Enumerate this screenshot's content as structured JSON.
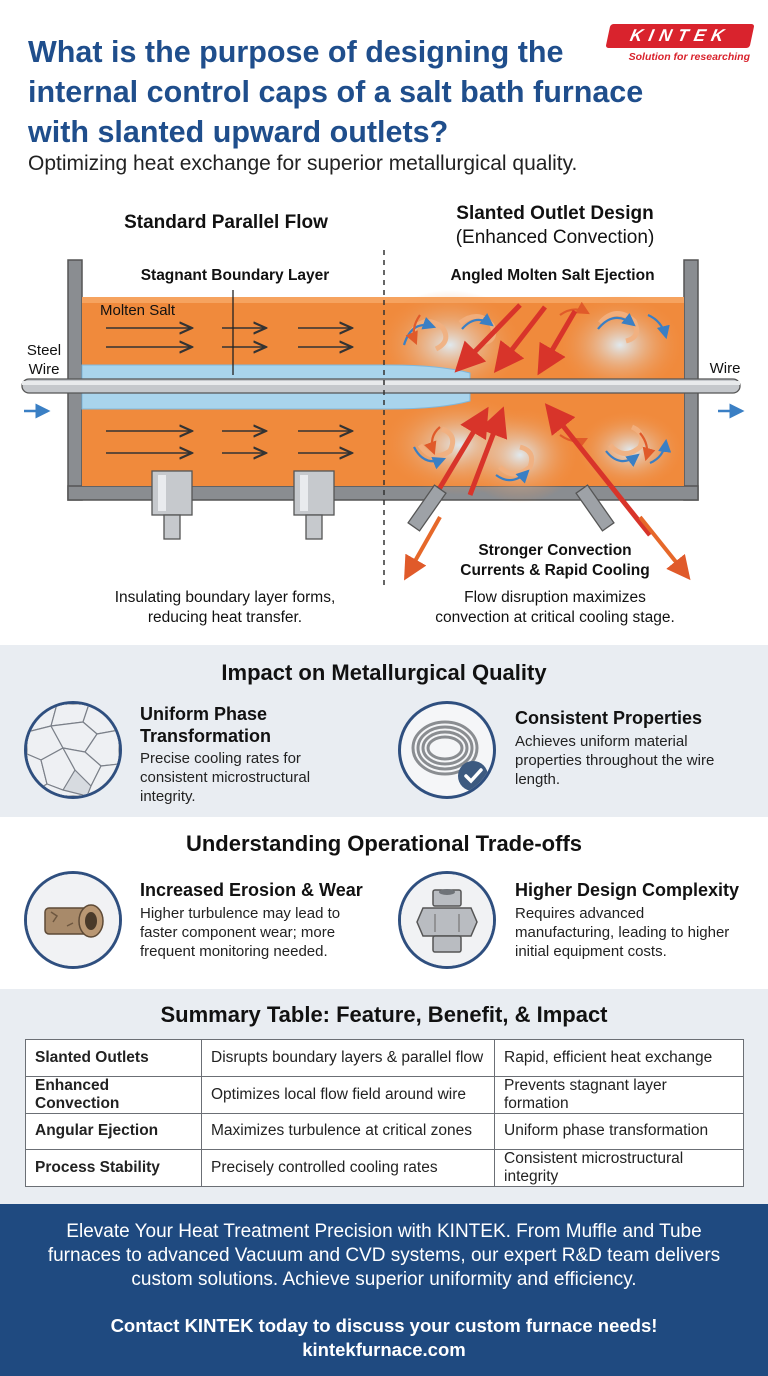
{
  "header": {
    "title": "What is the purpose of designing the internal control caps of a salt bath furnace with slanted upward outlets?",
    "subtitle": "Optimizing heat exchange for superior metallurgical quality.",
    "logo": {
      "name": "KINTEK",
      "tagline": "Solution for researching"
    }
  },
  "diagram": {
    "left_title": "Standard Parallel Flow",
    "right_title": "Slanted Outlet Design",
    "right_subtitle": "(Enhanced Convection)",
    "stagnant_label": "Stagnant Boundary Layer",
    "ejection_label": "Angled Molten Salt Ejection",
    "molten_salt_label": "Molten Salt",
    "steel_wire_label_1": "Steel",
    "steel_wire_label_2": "Wire",
    "wire_label": "Wire",
    "convection_label_1": "Stronger Convection",
    "convection_label_2": "Currents & Rapid Cooling",
    "left_caption_1": "Insulating boundary layer forms,",
    "left_caption_2": "reducing heat transfer.",
    "right_caption_1": "Flow disruption maximizes",
    "right_caption_2": "convection at critical cooling stage.",
    "colors": {
      "salt": "#f08a3c",
      "boundary": "#a9d4ec",
      "arrow_red": "#d8342a",
      "wall": "#8a8d91"
    }
  },
  "impact": {
    "title": "Impact on Metallurgical Quality",
    "items": [
      {
        "icon": "grain-structure-icon",
        "title_1": "Uniform Phase",
        "title_2": "Transformation",
        "text_1": "Precise cooling rates for",
        "text_2": "consistent microstructural",
        "text_3": "integrity."
      },
      {
        "icon": "wire-coil-check-icon",
        "title_1": "Consistent Properties",
        "text_1": "Achieves uniform material",
        "text_2": "properties throughout the wire",
        "text_3": "length."
      }
    ]
  },
  "tradeoffs": {
    "title": "Understanding Operational Trade-offs",
    "items": [
      {
        "icon": "worn-nozzle-icon",
        "title_1": "Increased Erosion & Wear",
        "text_1": "Higher turbulence may lead to",
        "text_2": "faster component wear; more",
        "text_3": "frequent monitoring needed."
      },
      {
        "icon": "hex-fitting-icon",
        "title_1": "Higher Design Complexity",
        "text_1": "Requires advanced",
        "text_2": "manufacturing, leading to higher",
        "text_3": "initial equipment costs."
      }
    ]
  },
  "summary": {
    "title": "Summary Table: Feature, Benefit, & Impact",
    "rows": [
      [
        "Slanted Outlets",
        "Disrupts boundary layers & parallel flow",
        "Rapid, efficient heat exchange"
      ],
      [
        "Enhanced Convection",
        "Optimizes local flow field around wire",
        "Prevents stagnant layer formation"
      ],
      [
        "Angular Ejection",
        "Maximizes turbulence at critical zones",
        "Uniform phase transformation"
      ],
      [
        "Process Stability",
        "Precisely controlled cooling rates",
        "Consistent microstructural integrity"
      ]
    ]
  },
  "footer": {
    "text_1": "Elevate Your Heat Treatment Precision with KINTEK. From Muffle and Tube",
    "text_2": "furnaces to advanced Vacuum and CVD systems, our expert R&D team delivers",
    "text_3": "custom solutions. Achieve superior uniformity and efficiency.",
    "cta": "Contact KINTEK today to discuss your custom furnace needs!",
    "url": "kintekfurnace.com"
  }
}
